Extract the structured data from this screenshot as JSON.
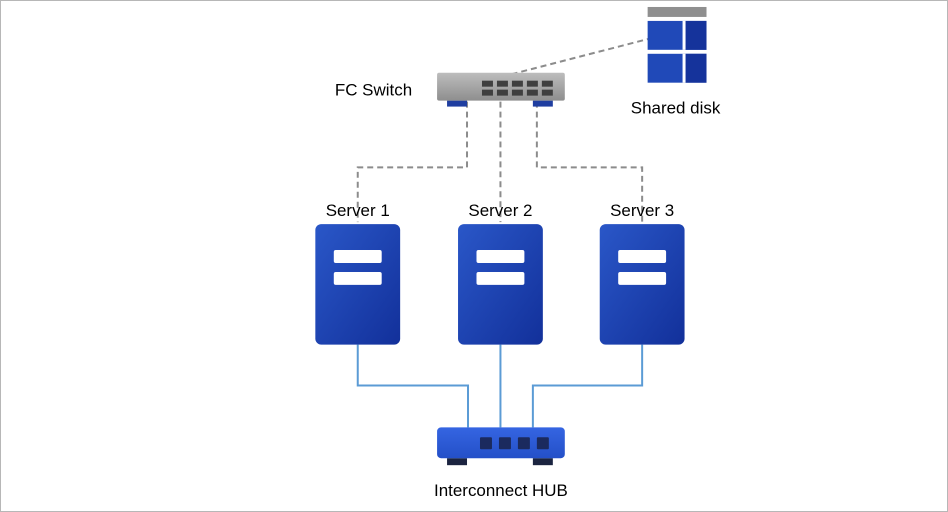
{
  "diagram": {
    "type": "cluster-network-topology",
    "nodes": [
      {
        "id": "fc-switch",
        "label": "FC Switch",
        "type": "fibre-channel-switch"
      },
      {
        "id": "shared-disk",
        "label": "Shared disk",
        "type": "disk-array"
      },
      {
        "id": "server-1",
        "label": "Server 1",
        "type": "server"
      },
      {
        "id": "server-2",
        "label": "Server 2",
        "type": "server"
      },
      {
        "id": "server-3",
        "label": "Server 3",
        "type": "server"
      },
      {
        "id": "hub",
        "label": "Interconnect HUB",
        "type": "network-hub"
      }
    ],
    "edges": [
      {
        "from": "fc-switch",
        "to": "shared-disk",
        "style": "dashed-gray"
      },
      {
        "from": "fc-switch",
        "to": "server-1",
        "style": "dashed-gray"
      },
      {
        "from": "fc-switch",
        "to": "server-2",
        "style": "dashed-gray"
      },
      {
        "from": "fc-switch",
        "to": "server-3",
        "style": "dashed-gray"
      },
      {
        "from": "server-1",
        "to": "hub",
        "style": "solid-blue"
      },
      {
        "from": "server-2",
        "to": "hub",
        "style": "solid-blue"
      },
      {
        "from": "server-3",
        "to": "hub",
        "style": "solid-blue"
      }
    ],
    "colors": {
      "dashed_connector": "#8c8c8c",
      "network_line": "#5b9bd5",
      "switch_body_light": "#bdbdbd",
      "switch_body_dark": "#8e8e8e",
      "switch_port": "#3f3f3f",
      "foot_blue": "#1f3ea0",
      "disk_cap_gray": "#8f8f8f",
      "disk_blue": "#2049b8",
      "disk_blue_dark": "#15339b",
      "server_blue_light": "#2a57c8",
      "server_blue_dark": "#12309a",
      "slot_white": "#ffffff",
      "hub_blue_light": "#3565e2",
      "hub_blue_dark": "#2450c8",
      "hub_port": "#1b2a5e",
      "hub_foot": "#1b2440",
      "label_color": "#000000"
    }
  }
}
